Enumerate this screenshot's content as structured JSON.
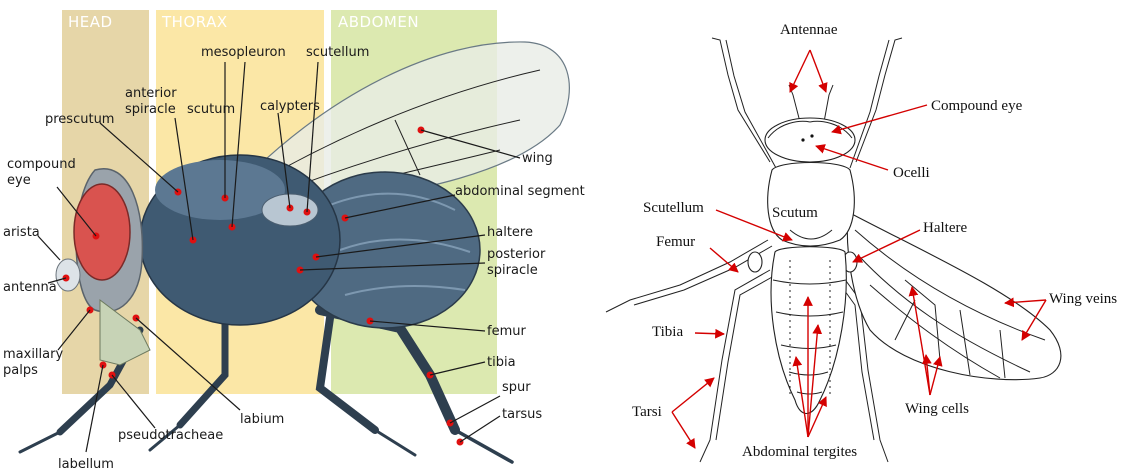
{
  "left_diagram": {
    "bands": {
      "head": "HEAD",
      "thorax": "THORAX",
      "abdomen": "ABDOMEN"
    },
    "labels": {
      "compound_eye_1": "compound",
      "compound_eye_2": "eye",
      "arista": "arista",
      "antenna": "antenna",
      "maxillary_1": "maxillary",
      "maxillary_2": "palps",
      "labellum": "labellum",
      "pseudotracheae": "pseudotracheae",
      "labium": "labium",
      "prescutum": "prescutum",
      "anterior_spiracle_1": "anterior",
      "anterior_spiracle_2": "spiracle",
      "scutum": "scutum",
      "mesopleuron": "mesopleuron",
      "calypters": "calypters",
      "scutellum": "scutellum",
      "wing": "wing",
      "abdominal_segment": "abdominal segment",
      "haltere": "haltere",
      "posterior_spiracle_1": "posterior",
      "posterior_spiracle_2": "spiracle",
      "femur": "femur",
      "tibia": "tibia",
      "spur": "spur",
      "tarsus": "tarsus"
    },
    "colors": {
      "head_band": "#e6d6a8",
      "thorax_band": "#fbe7a6",
      "abdomen_band": "#dce9b0",
      "body": "#3f5a72",
      "eye": "#d9534f",
      "dot": "#e01010"
    }
  },
  "right_diagram": {
    "labels": {
      "antennae": "Antennae",
      "compound_eye": "Compound eye",
      "ocelli": "Ocelli",
      "scutellum": "Scutellum",
      "scutum": "Scutum",
      "haltere": "Haltere",
      "femur": "Femur",
      "tibia": "Tibia",
      "tarsi": "Tarsi",
      "wing_veins": "Wing veins",
      "wing_cells": "Wing cells",
      "abdominal_tergites": "Abdominal tergites"
    },
    "colors": {
      "leader": "#d40000"
    }
  }
}
